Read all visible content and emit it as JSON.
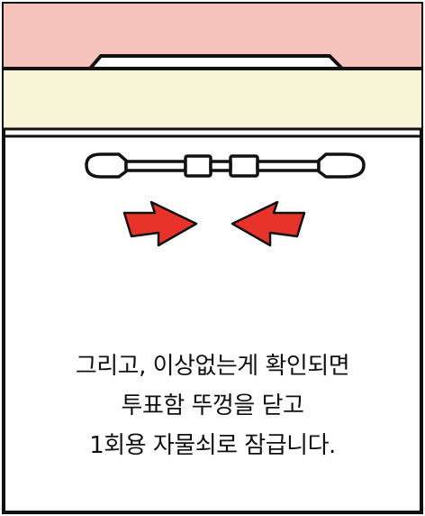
{
  "colors": {
    "lid": "#f6c4bc",
    "band": "#f7f4d8",
    "box": "#ffffff",
    "outline": "#111111",
    "arrow": "#e8332a"
  },
  "icons": {
    "seal": "disposable-seal-icon",
    "left_arrow": "arrow-push-right-icon",
    "right_arrow": "arrow-push-left-icon"
  },
  "caption": {
    "line1": "그리고, 이상없는게 확인되면",
    "line2": "투표함 뚜껑을 닫고",
    "line3": "1회용 자물쇠로 잠급니다."
  }
}
